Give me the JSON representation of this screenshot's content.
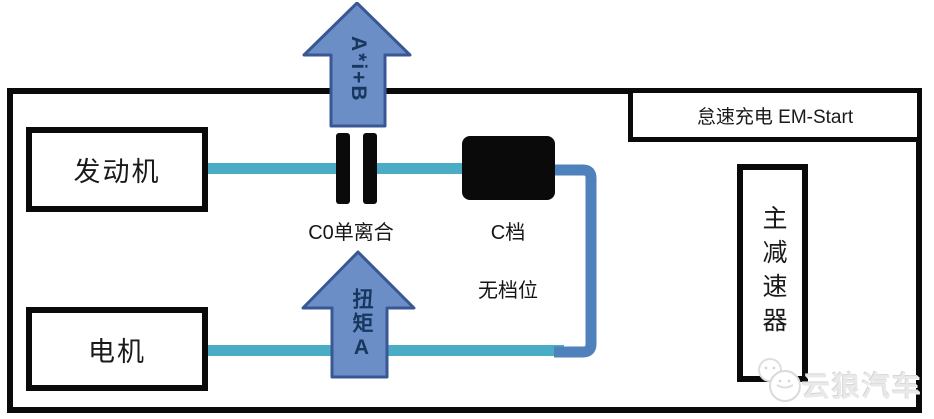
{
  "diagram": {
    "mode_box": {
      "label": "怠速充电 EM-Start"
    },
    "nodes": {
      "engine": "发动机",
      "motor": "电机",
      "reducer": "主减速器"
    },
    "labels": {
      "clutch": "C0单离合",
      "gear": "C档",
      "no_gear": "无档位"
    },
    "arrows": {
      "output": "A*i+B",
      "torque": "扭矩A"
    },
    "colors": {
      "shaft_teal": "#4BACC6",
      "connector_blue": "#4F81BD",
      "arrow_fill": "#6C8EC7",
      "arrow_border": "#3A5795",
      "arrow_text": "#17375E",
      "block_black": "#0A0A0A"
    }
  },
  "watermark": {
    "brand": "云狼汽车"
  }
}
